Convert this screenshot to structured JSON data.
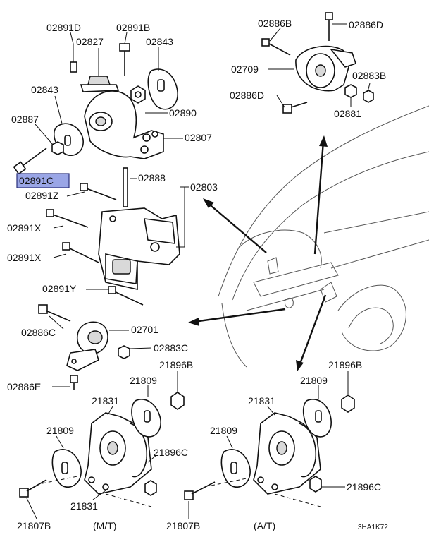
{
  "labels": {
    "p02891D": "02891D",
    "p02891B": "02891B",
    "p02827": "02827",
    "p02843a": "02843",
    "p02843b": "02843",
    "p02887": "02887",
    "p02890": "02890",
    "p02807": "02807",
    "p02891C": "02891C",
    "p02888": "02888",
    "p02803": "02803",
    "p02891Z": "02891Z",
    "p02891Xa": "02891X",
    "p02891Xb": "02891X",
    "p02891Y": "02891Y",
    "p02886C": "02886C",
    "p02701": "02701",
    "p02883C": "02883C",
    "p02886E": "02886E",
    "p02886B": "02886B",
    "p02886D": "02886D",
    "p02709": "02709",
    "p02883B": "02883B",
    "p02886D2": "02886D",
    "p02881": "02881",
    "p21896Ba": "21896B",
    "p21896Bb": "21896B",
    "p21809a": "21809",
    "p21809b": "21809",
    "p21809c": "21809",
    "p21809d": "21809",
    "p21831a": "21831",
    "p21831b": "21831",
    "p21896Ca": "21896C",
    "p21896Cb": "21896C",
    "p21807Ba": "21807B",
    "p21807Bb": "21807B",
    "mt": "(M/T)",
    "at": "(A/T)",
    "code": "3HA1K72"
  },
  "highlight": {
    "part": "02891C",
    "color": "#9aa6e6"
  }
}
